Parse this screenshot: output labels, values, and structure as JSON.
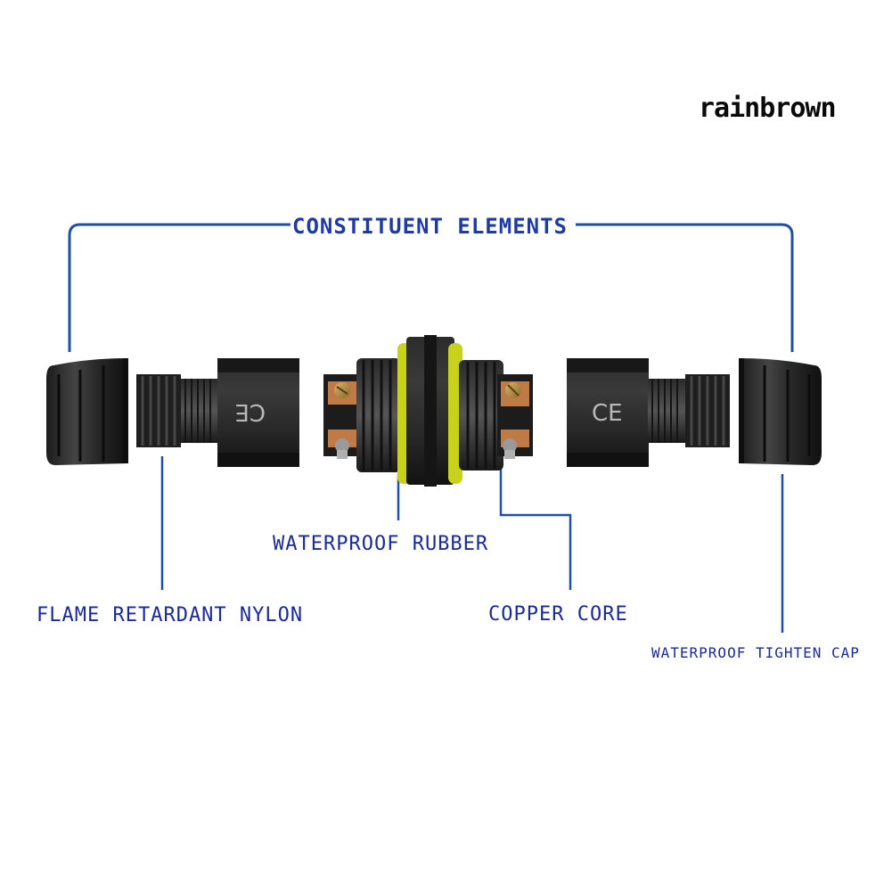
{
  "brand": "rainbrown",
  "title": "CONSTITUENT  ELEMENTS",
  "labels": {
    "waterproof_rubber": "WATERPROOF  RUBBER",
    "flame_retardant_nylon": "FLAME  RETARDANT  NYLON",
    "copper_core": "COPPER  CORE",
    "waterproof_tighten_cap": "WATERPROOF  TIGHTEN  CAP"
  },
  "ce_mark": "CE",
  "colors": {
    "label_blue": "#1a2a99",
    "line_blue": "#1f4fa8",
    "connector_black": "#1a1a1a",
    "rubber_yellow": "#c9d21a",
    "copper": "#c07a45"
  }
}
